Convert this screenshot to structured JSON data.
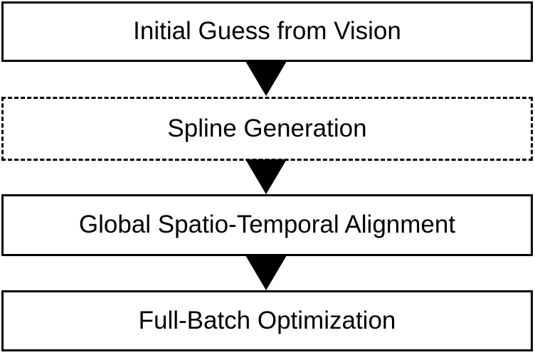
{
  "diagram": {
    "type": "flowchart",
    "direction": "top-down",
    "steps": [
      {
        "id": "initial-guess-from-vision",
        "label": "Initial Guess from Vision",
        "border": "solid"
      },
      {
        "id": "spline-generation",
        "label": "Spline Generation",
        "border": "dashed"
      },
      {
        "id": "global-spatio-temporal-alignment",
        "label": "Global Spatio-Temporal Alignment",
        "border": "solid"
      },
      {
        "id": "full-batch-optimization",
        "label": "Full-Batch Optimization",
        "border": "solid"
      }
    ],
    "connectors": [
      {
        "from": 0,
        "to": 1,
        "icon": "triangle-down-arrow"
      },
      {
        "from": 1,
        "to": 2,
        "icon": "triangle-down-arrow"
      },
      {
        "from": 2,
        "to": 3,
        "icon": "triangle-down-arrow"
      }
    ],
    "colors": {
      "background": "#ffffff",
      "box_fill": "#ffffff",
      "border": "#000000",
      "text": "#000000",
      "arrow": "#000000"
    }
  }
}
